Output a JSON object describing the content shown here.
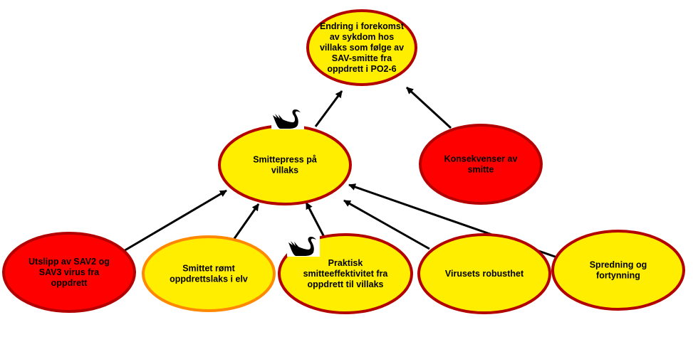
{
  "colors": {
    "yellow": "#ffee00",
    "red": "#ff0000",
    "border_dark_red": "#b30000",
    "border_orange": "#ff8800",
    "arrow": "#000000"
  },
  "nodes": [
    {
      "id": "top",
      "lines": [
        "Endring i forekomst",
        "av sykdom hos",
        "villaks som følge av",
        "SAV-smitte fra",
        "oppdrett i PO2-6"
      ],
      "fill": "yellow",
      "border": "dark-red"
    },
    {
      "id": "middle",
      "lines": [
        "Smittepress på",
        "villaks"
      ],
      "fill": "yellow",
      "border": "dark-red",
      "icon": "black-swan-icon"
    },
    {
      "id": "consequence",
      "lines": [
        "Konsekvenser av",
        "smitte"
      ],
      "fill": "red",
      "border": "dark-red"
    },
    {
      "id": "b1",
      "lines": [
        "Utslipp av SAV2 og",
        "SAV3 virus fra",
        "oppdrett"
      ],
      "fill": "red",
      "border": "dark-red"
    },
    {
      "id": "b2",
      "lines": [
        "Smittet rømt",
        "oppdrettslaks i elv"
      ],
      "fill": "yellow",
      "border": "orange"
    },
    {
      "id": "b3",
      "lines": [
        "Praktisk",
        "smitteeffektivitet fra",
        "oppdrett til villaks"
      ],
      "fill": "yellow",
      "border": "dark-red",
      "icon": "black-swan-icon"
    },
    {
      "id": "b4",
      "lines": [
        "Virusets robusthet"
      ],
      "fill": "yellow",
      "border": "dark-red"
    },
    {
      "id": "b5",
      "lines": [
        "Spredning og",
        "fortynning"
      ],
      "fill": "yellow",
      "border": "dark-red"
    }
  ],
  "edges": [
    {
      "from": "middle",
      "to": "top"
    },
    {
      "from": "consequence",
      "to": "top"
    },
    {
      "from": "b1",
      "to": "middle"
    },
    {
      "from": "b2",
      "to": "middle"
    },
    {
      "from": "b3",
      "to": "middle"
    },
    {
      "from": "b4",
      "to": "middle"
    },
    {
      "from": "b5",
      "to": "middle"
    }
  ]
}
